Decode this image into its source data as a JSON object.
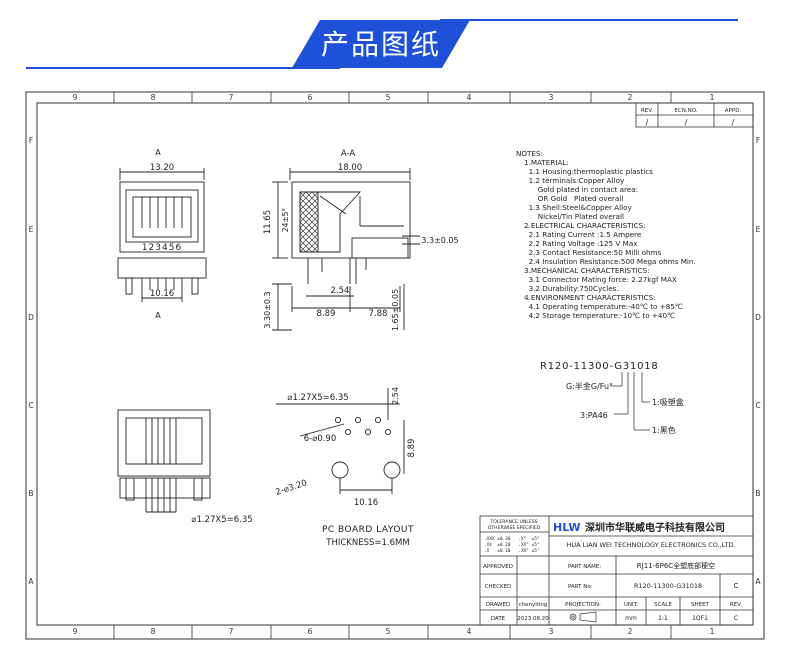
{
  "banner": {
    "title": "产品图纸",
    "accent": "#1e50d8"
  },
  "frame": {
    "cols_top": [
      "9",
      "8",
      "7",
      "6",
      "5",
      "4",
      "3",
      "2",
      "1"
    ],
    "rows_left": [
      "F",
      "E",
      "D",
      "C",
      "B",
      "A"
    ]
  },
  "revision": {
    "rev": "REV.",
    "ecn": "ECN.NO.",
    "appd": "APPD.",
    "rev_v": "/",
    "ecn_v": "/",
    "appd_v": "/"
  },
  "views": {
    "front_label_top": "A",
    "front_label_bottom": "A",
    "front_width": "13.20",
    "front_pins": "123456",
    "front_bottom_dim": "10.16",
    "section_label": "A-A",
    "section_width": "18.00",
    "section_height": "11.65",
    "section_angle": "24±5°",
    "dim_3_3": "3.3±0.05",
    "dim_3_30": "3.30±0.3",
    "dim_2_54": "2.54",
    "dim_8_89": "8.89",
    "dim_7_88": "7.88",
    "dim_1_65": "1.65±0.05",
    "bottom_pitch": "⌀1.27X5=6.35"
  },
  "pcb": {
    "pitch": "⌀1.27X5=6.35",
    "dim_2_54": "2.54",
    "holes": "6-⌀0.90",
    "posts": "2-⌀3.20",
    "dim_8_89": "8.89",
    "dim_10_16": "10.16",
    "title1": "PC BOARD LAYOUT",
    "title2": "THICKNESS=1.6MM"
  },
  "notes": {
    "lines": [
      "NOTES:",
      "1.MATERIAL:",
      "  1.1 Housing:thermoplastic plastics",
      "  1.2 terminals:Copper Alloy",
      "      Gold plated in contact area:",
      "      OR Gold   Plated overall",
      "  1.3 Shell:Steel&Copper Alloy",
      "      Nickel/Tin Plated overall",
      "2.ELECTRICAL CHARACTERISTICS:",
      "  2.1 Rating Current :1.5 Ampere",
      "  2.2 Rating Voltage :125 V Max",
      "  2.3 Contact Resistance:50 Milli ohms",
      "  2.4 Insulation Resistance:500 Mega ohms Min.",
      "3.MECHANICAL CHARACTERISTICS:",
      "  3.1 Connector Mating force: 2.27kgf MAX",
      "  3.2 Durability:750Cycles.",
      "4.ENVIRONMENT CHARACTERISTICS:",
      "  4.1 Operating temperature:-40℃ to +85℃",
      "  4.2 Storage temperature:-10℃ to +40℃"
    ]
  },
  "part_code": {
    "code": "R120-11300-G31018",
    "g_label": "G:半金G/Fu\"",
    "pa_label": "3:PA46",
    "pkg_label": "1:吸塑盒",
    "color_label": "1:黑色"
  },
  "title_block": {
    "tolerance1": "TOLERANCE UNLESS",
    "tolerance2": "OTHERWISE SPECIFIED",
    "tol_rows": [
      ".XXX ±0.30   .X°  ±5°",
      ".XX  ±0.20   .XX° ±5°",
      ".X   ±0.10   .XX° ±5°"
    ],
    "logo": "HLW",
    "company_cn": "深圳市华联威电子科技有限公司",
    "company_en": "HUA LIAN WEI TECHNOLOGY ELECTRONICS CO.,LTD.",
    "approved": "APPROVED",
    "checked": "CHECKED",
    "drawed": "DRAWED",
    "date": "DATE",
    "drawer": "chenyiting",
    "date_val": "2023.08.20",
    "part_name_label": "PART NAME:",
    "part_name": "RJ11-6P6C全塑底部梗空",
    "part_no_label": "PART No:",
    "part_no": "R120-11300-G31018",
    "part_no_rev": "C",
    "projection": "PROJECTION:",
    "unit_label": "UNIT:",
    "scale_label": "SCALE",
    "sheet_label": "SHEET",
    "rev_label": "REV.",
    "unit": "mm",
    "scale": "1:1",
    "sheet": "1OF1",
    "rev": "C"
  }
}
